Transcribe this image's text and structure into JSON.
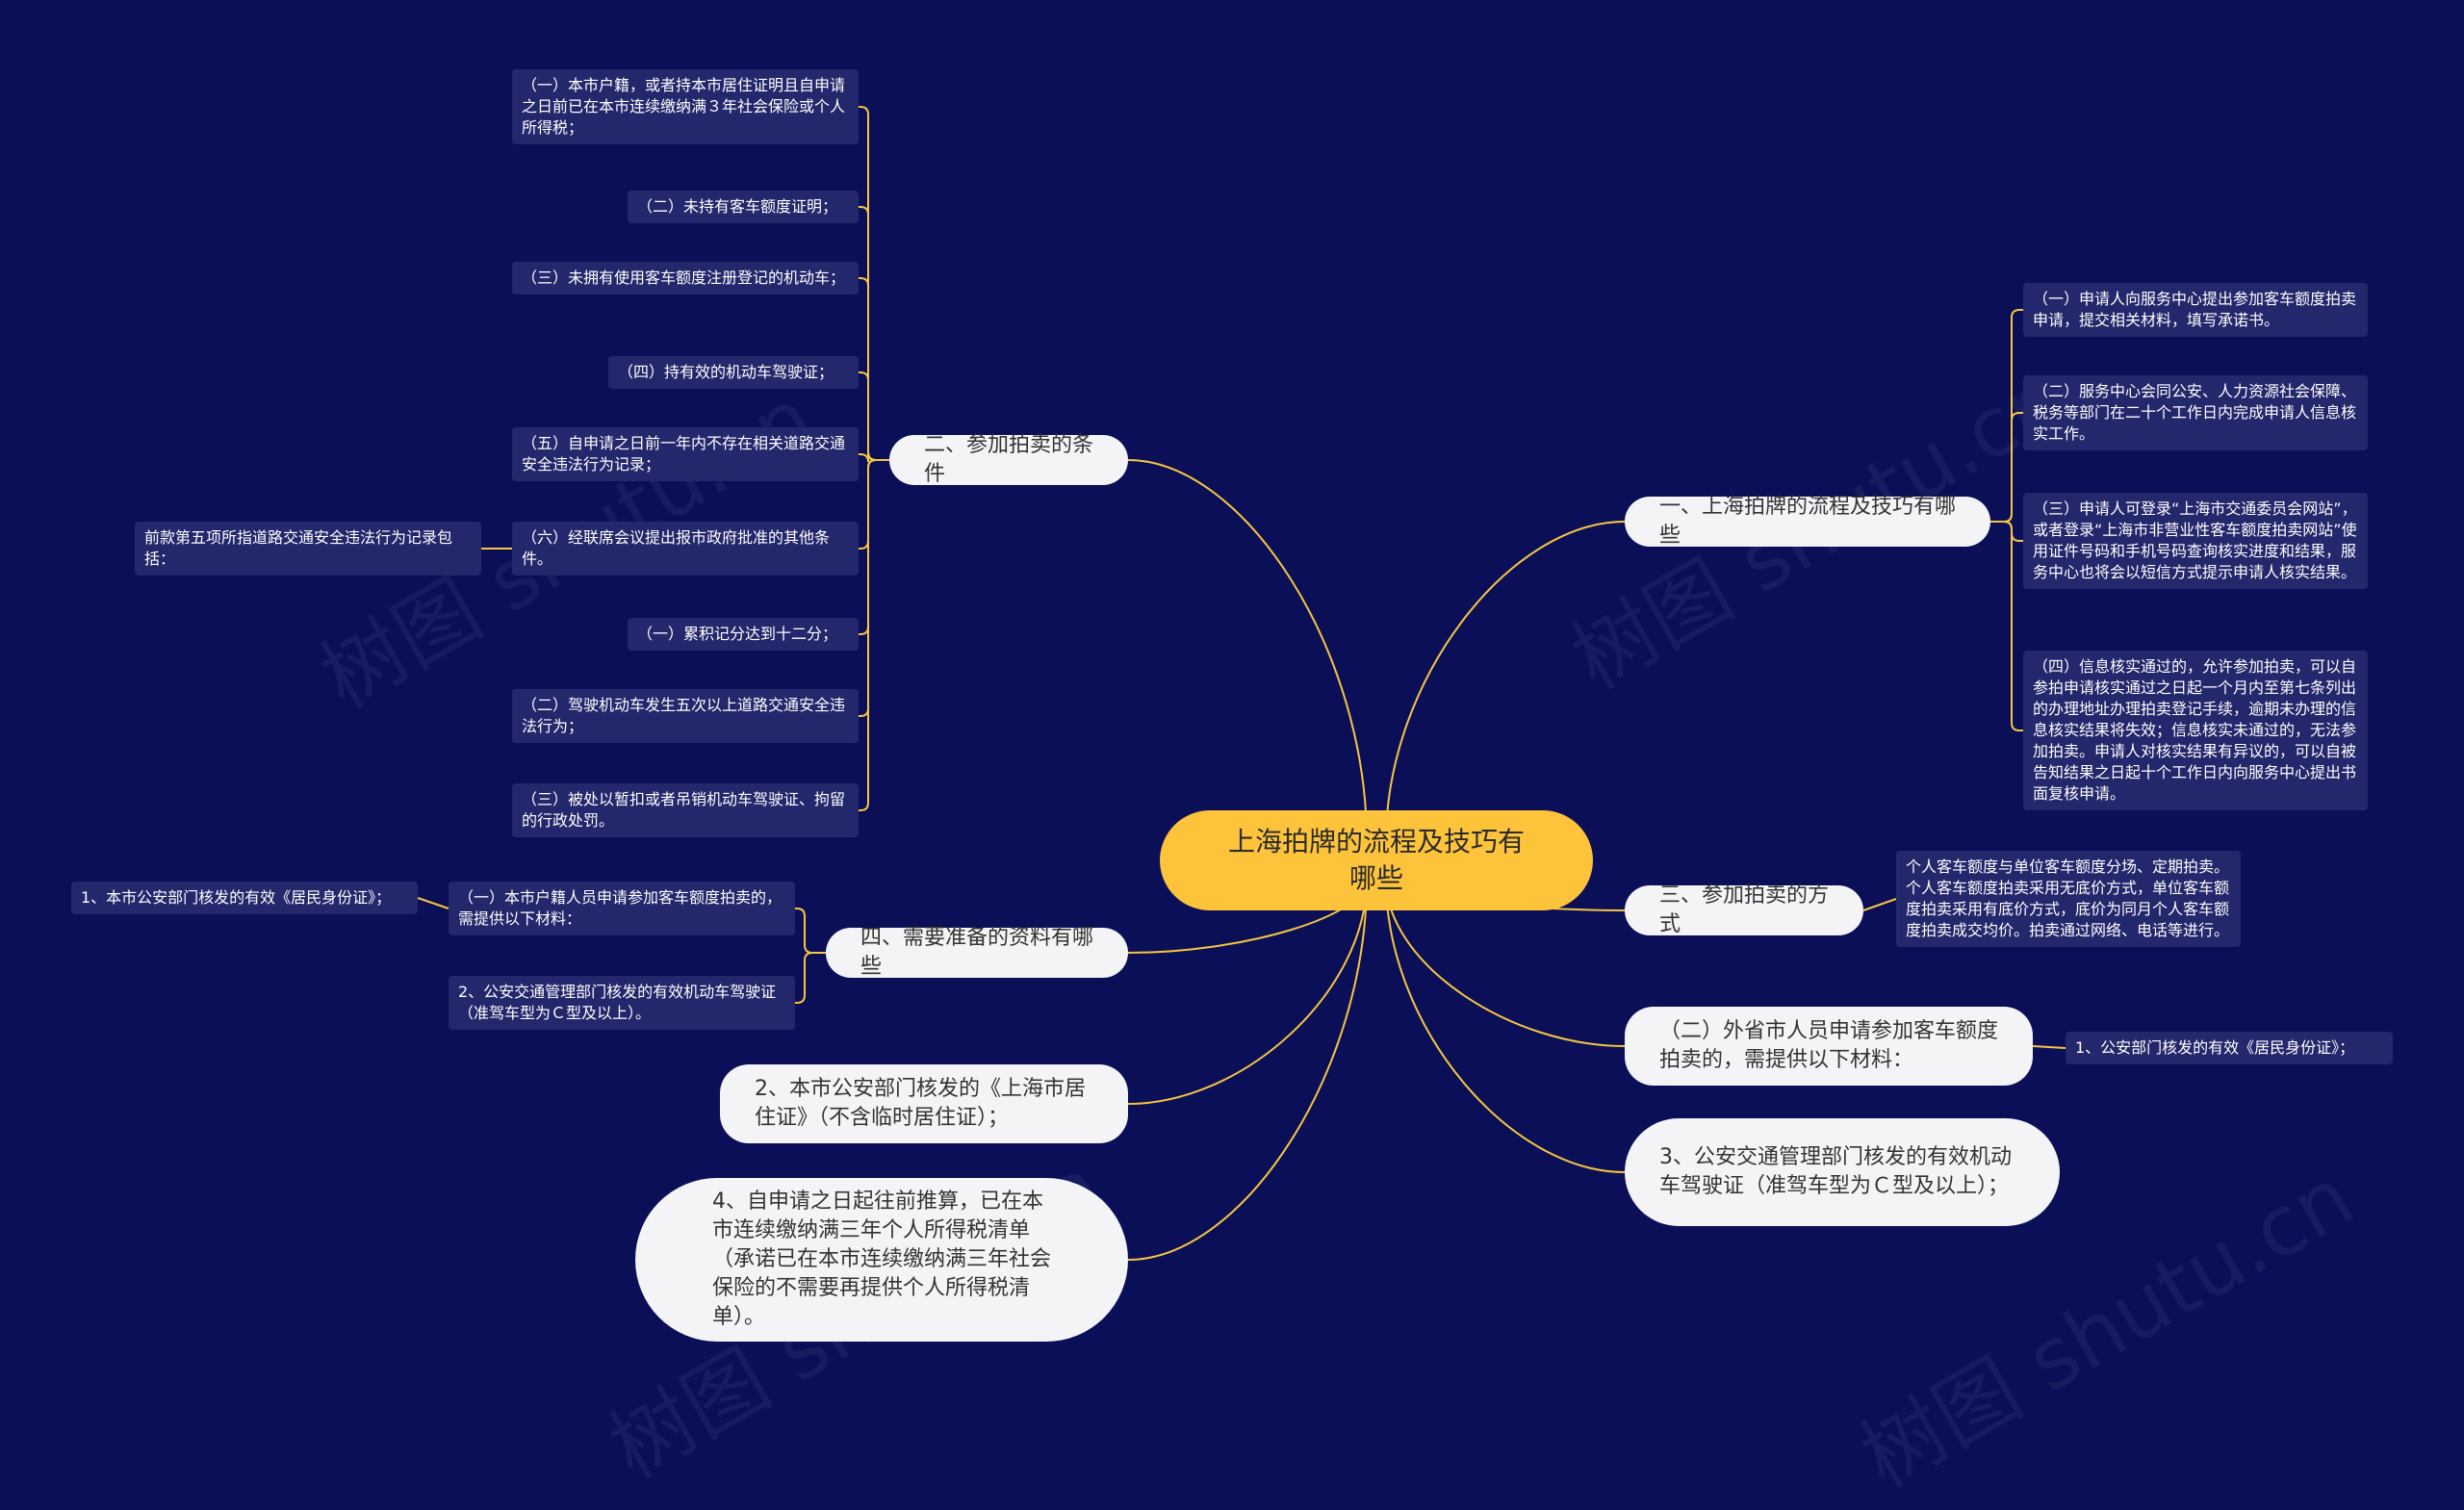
{
  "root": "上海拍牌的流程及技巧有哪些",
  "watermark": "树图 shutu.cn",
  "colors": {
    "background": "#0b0f57",
    "root": "#fcc33b",
    "branch": "#f4f4f6",
    "leaf": "#23276b",
    "line": "#f5c642"
  },
  "left": {
    "conditions": {
      "label": "二、参加拍卖的条件",
      "items": [
        "（一）本市户籍，或者持本市居住证明且自申请之日前已在本市连续缴纳满３年社会保险或个人所得税；",
        "（二）未持有客车额度证明；",
        "（三）未拥有使用客车额度注册登记的机动车；",
        "（四）持有效的机动车驾驶证；",
        "（五）自申请之日前一年内不存在相关道路交通安全违法行为记录；",
        "（六）经联席会议提出报市政府批准的其他条件。",
        "（一）累积记分达到十二分；",
        "（二）驾驶机动车发生五次以上道路交通安全违法行为；",
        "（三）被处以暂扣或者吊销机动车驾驶证、拘留的行政处罚。"
      ],
      "note": "前款第五项所指道路交通安全违法行为记录包括："
    },
    "materials": {
      "label": "四、需要准备的资料有哪些",
      "items": [
        "（一）本市户籍人员申请参加客车额度拍卖的，需提供以下材料：",
        "2、公安交通管理部门核发的有效机动车驾驶证（准驾车型为Ｃ型及以上）。"
      ],
      "sub": "1、本市公安部门核发的有效《居民身份证》；"
    },
    "residence": "2、本市公安部门核发的《上海市居住证》（不含临时居住证）；",
    "tax": "4、自申请之日起往前推算，已在本市连续缴纳满三年个人所得税清单（承诺已在本市连续缴纳满三年社会保险的不需要再提供个人所得税清单）。"
  },
  "right": {
    "process": {
      "label": "一、上海拍牌的流程及技巧有哪些",
      "items": [
        "（一）申请人向服务中心提出参加客车额度拍卖申请，提交相关材料，填写承诺书。",
        "（二）服务中心会同公安、人力资源社会保障、税务等部门在二十个工作日内完成申请人信息核实工作。",
        "（三）申请人可登录“上海市交通委员会网站”，或者登录“上海市非营业性客车额度拍卖网站”使用证件号码和手机号码查询核实进度和结果，服务中心也将会以短信方式提示申请人核实结果。",
        "（四）信息核实通过的，允许参加拍卖，可以自参拍申请核实通过之日起一个月内至第七条列出的办理地址办理拍卖登记手续，逾期未办理的信息核实结果将失效；信息核实未通过的，无法参加拍卖。申请人对核实结果有异议的，可以自被告知结果之日起十个工作日内向服务中心提出书面复核申请。"
      ]
    },
    "method": {
      "label": "三、参加拍卖的方式",
      "item": "个人客车额度与单位客车额度分场、定期拍卖。个人客车额度拍卖采用无底价方式，单位客车额度拍卖采用有底价方式，底价为同月个人客车额度拍卖成交均价。拍卖通过网络、电话等进行。"
    },
    "outside": {
      "label": "（二）外省市人员申请参加客车额度拍卖的，需提供以下材料：",
      "item": "1、公安部门核发的有效《居民身份证》；"
    },
    "license": "3、公安交通管理部门核发的有效机动车驾驶证（准驾车型为Ｃ型及以上）；"
  }
}
